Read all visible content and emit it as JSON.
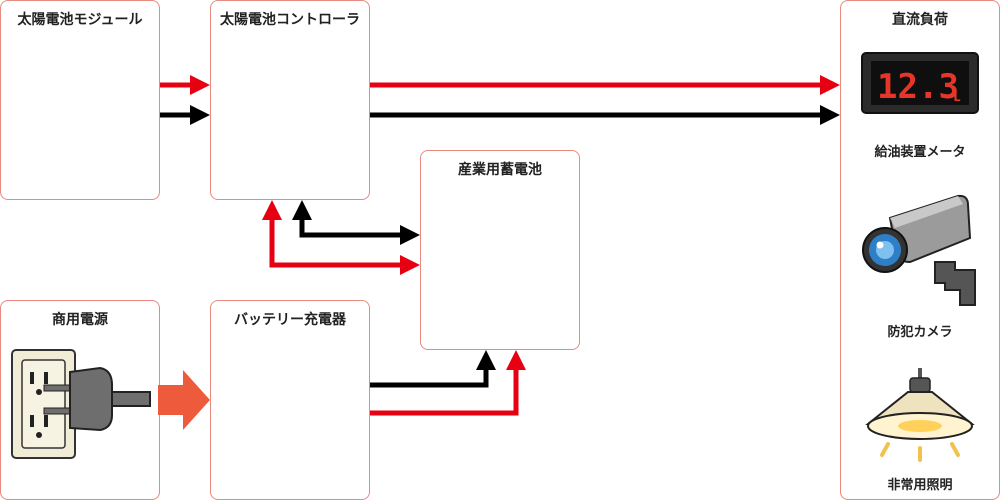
{
  "colors": {
    "positive_line": "#e60012",
    "negative_line": "#000000",
    "ac_arrow": "#ee5a3c",
    "box_border": "#e88a80",
    "meter_digits": "#e8352a"
  },
  "boxes": {
    "solar_module": "太陽電池モジュール",
    "solar_controller": "太陽電池コントローラ",
    "storage_battery": "産業用蓄電池",
    "grid_power": "商用電源",
    "battery_charger": "バッテリー充電器",
    "dc_load": "直流負荷"
  },
  "loads": {
    "meter": {
      "label": "給油装置メータ",
      "display": "12.3",
      "unit": "L",
      "icon": "digital-meter-icon"
    },
    "camera": {
      "label": "防犯カメラ",
      "icon": "security-camera-icon"
    },
    "light": {
      "label": "非常用照明",
      "icon": "ceiling-lamp-icon"
    }
  },
  "grid_icon": "power-outlet-plug-icon"
}
